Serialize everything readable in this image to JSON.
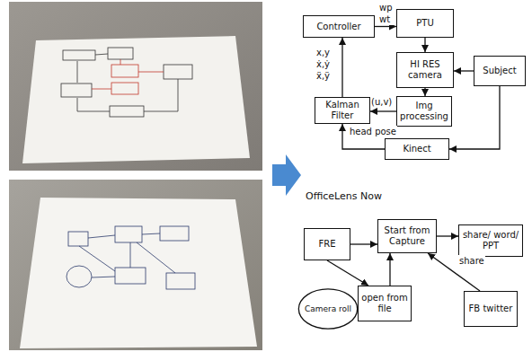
{
  "diagram": {
    "nodes": [
      {
        "text": [
          "Controller"
        ]
      },
      {
        "text": [
          "PTU"
        ]
      },
      {
        "text": [
          "HI RES camera"
        ]
      },
      {
        "text": [
          "Subject"
        ]
      },
      {
        "text": [
          "Img processing"
        ]
      },
      {
        "text": [
          "Kalman Filter"
        ]
      },
      {
        "text": [
          "Kinect"
        ]
      },
      {
        "text": [
          "FRE"
        ]
      },
      {
        "text": [
          "Start from Capture"
        ]
      },
      {
        "text": [
          "share/ word/ PPT"
        ]
      },
      {
        "text": [
          "Camera roll"
        ]
      },
      {
        "text": [
          "open from file"
        ]
      },
      {
        "text": [
          "FB twitter"
        ]
      }
    ],
    "edges": [
      {
        "from": 0,
        "to": 1,
        "arrow": "to",
        "label": "wp wt"
      },
      {
        "from": 1,
        "to": 2,
        "arrow": "to"
      },
      {
        "from": 3,
        "to": 2,
        "arrow": "to"
      },
      {
        "from": 2,
        "to": 4,
        "arrow": "to"
      },
      {
        "from": 4,
        "to": 5,
        "arrow": "to",
        "label": "(u,v)"
      },
      {
        "from": 5,
        "to": 0,
        "arrow": "to",
        "label": "x,y ẋ,ẏ ẍ,ÿ"
      },
      {
        "from": 3,
        "to": 6,
        "arrow": "to"
      },
      {
        "from": 6,
        "to": 5,
        "arrow": "to",
        "label": "head pose"
      },
      {
        "from": 7,
        "to": 8,
        "arrow": "to"
      },
      {
        "from": 8,
        "to": 9,
        "arrow": "to"
      },
      {
        "from": 10,
        "to": 11,
        "arrow": "to"
      },
      {
        "from": 7,
        "to": 11,
        "arrow": "to"
      },
      {
        "from": 11,
        "to": 8,
        "arrow": "to"
      },
      {
        "from": 12,
        "to": 8,
        "arrow": "to",
        "label": "share"
      }
    ],
    "labels": [
      "OfficeLens Now"
    ]
  }
}
